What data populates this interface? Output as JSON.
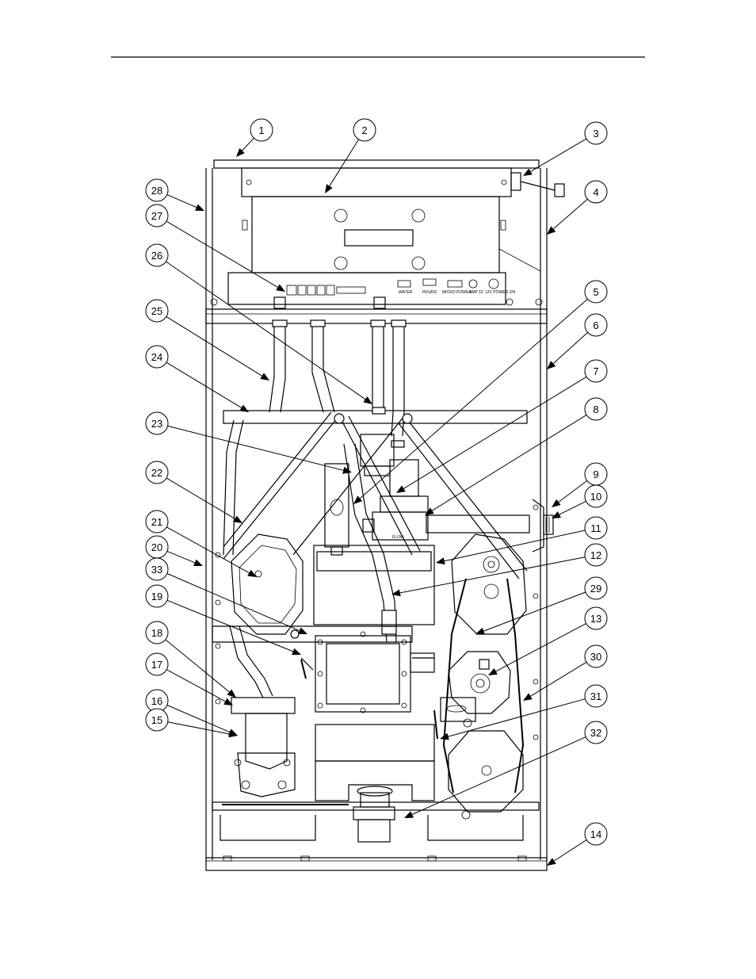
{
  "diagram": {
    "panel_labels": [
      "WATER",
      "HOURS",
      "MICRO POWER",
      "AMP 10",
      "12V POWER ON"
    ],
    "flow_label": "FLOW",
    "callouts": [
      {
        "label": "1"
      },
      {
        "label": "2"
      },
      {
        "label": "3"
      },
      {
        "label": "4"
      },
      {
        "label": "5"
      },
      {
        "label": "6"
      },
      {
        "label": "7"
      },
      {
        "label": "8"
      },
      {
        "label": "9"
      },
      {
        "label": "10"
      },
      {
        "label": "11"
      },
      {
        "label": "12"
      },
      {
        "label": "29"
      },
      {
        "label": "13"
      },
      {
        "label": "30"
      },
      {
        "label": "31"
      },
      {
        "label": "32"
      },
      {
        "label": "14"
      },
      {
        "label": "28"
      },
      {
        "label": "27"
      },
      {
        "label": "26"
      },
      {
        "label": "25"
      },
      {
        "label": "24"
      },
      {
        "label": "23"
      },
      {
        "label": "22"
      },
      {
        "label": "21"
      },
      {
        "label": "20"
      },
      {
        "label": "33"
      },
      {
        "label": "19"
      },
      {
        "label": "18"
      },
      {
        "label": "17"
      },
      {
        "label": "16"
      },
      {
        "label": "15"
      }
    ]
  }
}
